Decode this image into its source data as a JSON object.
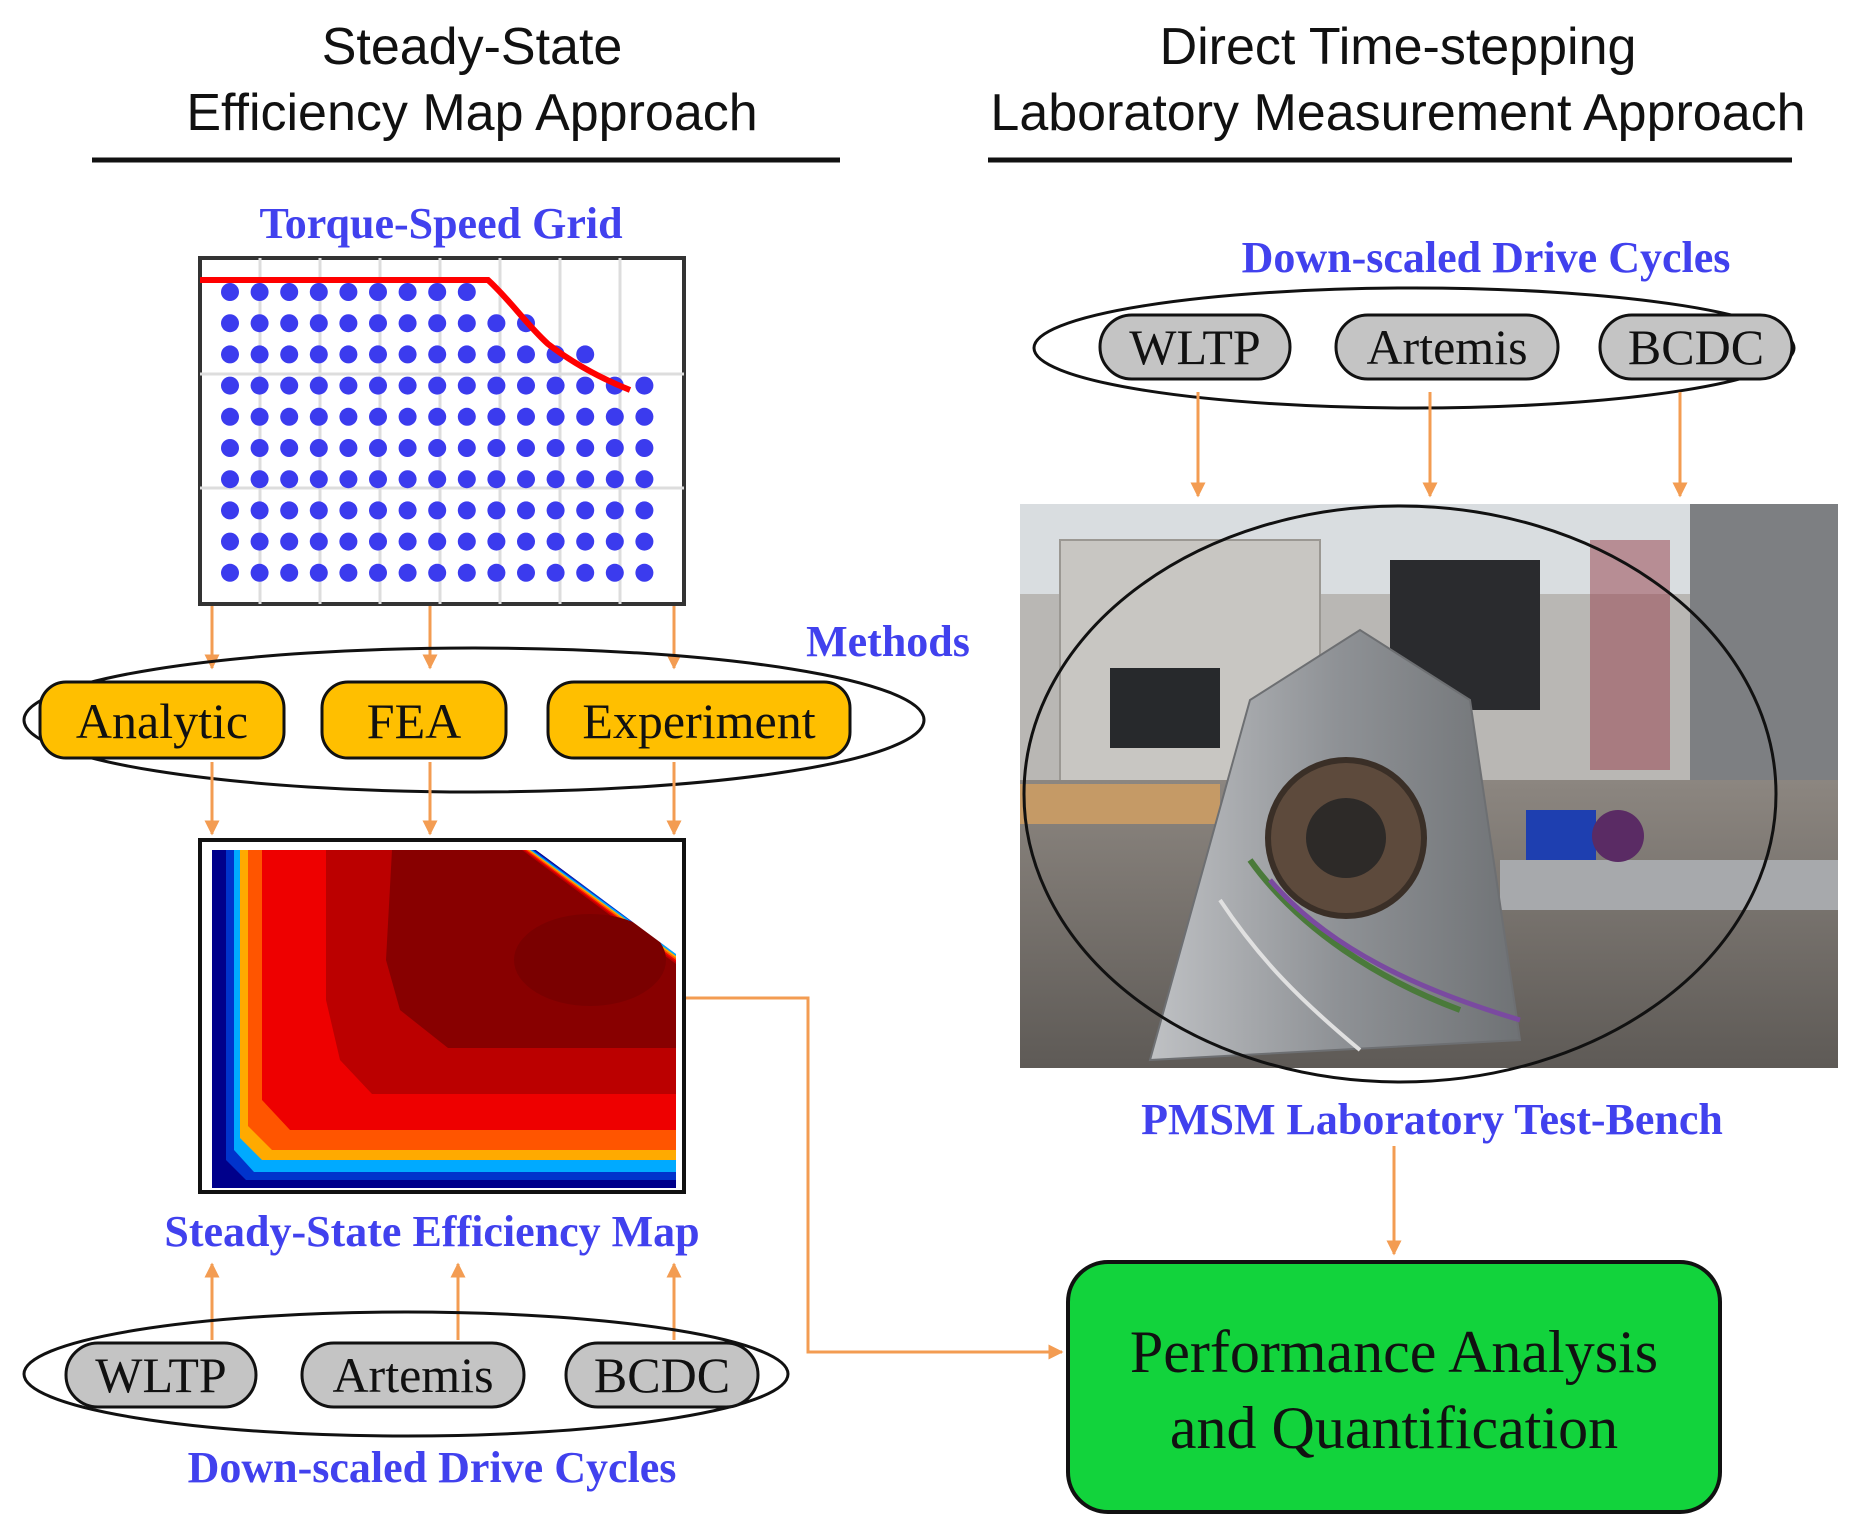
{
  "left_header": {
    "line1": "Steady-State",
    "line2": "Efficiency Map Approach"
  },
  "right_header": {
    "line1": "Direct Time-stepping",
    "line2": "Laboratory Measurement Approach"
  },
  "torque_speed_grid": {
    "title": "Torque-Speed Grid"
  },
  "methods": {
    "label": "Methods",
    "items": [
      "Analytic",
      "FEA",
      "Experiment"
    ]
  },
  "efficiency_map": {
    "title": "Steady-State Efficiency Map"
  },
  "left_drive_cycles": {
    "label": "Down-scaled Drive Cycles",
    "items": [
      "WLTP",
      "Artemis",
      "BCDC"
    ]
  },
  "right_drive_cycles": {
    "label": "Down-scaled Drive Cycles",
    "items": [
      "WLTP",
      "Artemis",
      "BCDC"
    ]
  },
  "test_bench": {
    "label": "PMSM Laboratory Test-Bench"
  },
  "result": {
    "line1": "Performance Analysis",
    "line2": "and Quantification"
  },
  "colors": {
    "label_blue": "#4141ee",
    "arrow": "#f39c52",
    "method_fill": "#ffbf00",
    "cycle_fill": "#c4c4c4",
    "result_fill": "#12d33c",
    "dot": "#3b3bee",
    "envelope": "#ff0000",
    "efficiency_scale": [
      "#00008b",
      "#0033cc",
      "#00aaff",
      "#ffaa00",
      "#ff5500",
      "#ee0000",
      "#bb0000",
      "#880000",
      "#7a0000"
    ]
  }
}
